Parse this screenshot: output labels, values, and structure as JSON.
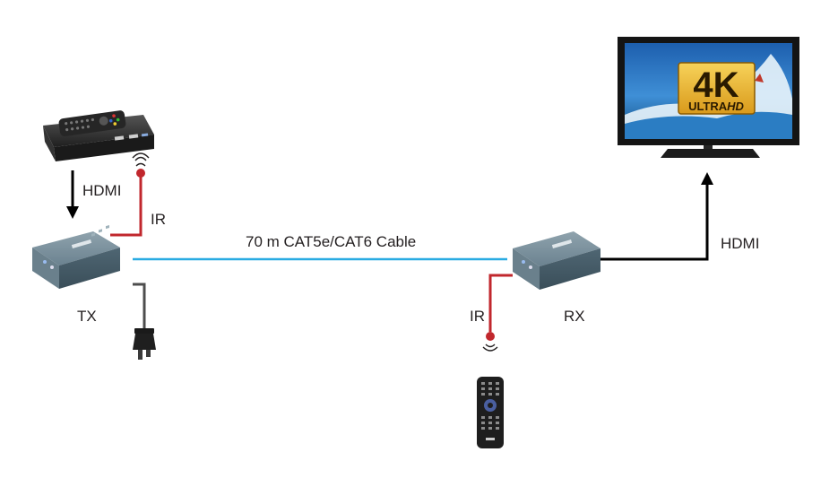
{
  "labels": {
    "hdmi_input": "HDMI",
    "ir_tx": "IR",
    "cable": "70 m CAT5e/CAT6 Cable",
    "hdmi_output": "HDMI",
    "tx": "TX",
    "ir_rx": "IR",
    "rx": "RX"
  },
  "tv_badge": {
    "main": "4K",
    "sub_a": "ULTRA",
    "sub_b": "HD"
  },
  "colors": {
    "cable": "#29abe2",
    "ir_wire": "#c1272d",
    "hdmi_wire": "#000000",
    "power_wire": "#4d4d4d",
    "device_body": "#5d7480"
  },
  "icons": [
    "set-top-box-icon",
    "remote-control-icon",
    "ir-emitter-icon",
    "ir-receiver-icon",
    "transmitter-device-icon",
    "receiver-device-icon",
    "power-adapter-icon",
    "television-icon",
    "arrow-down-icon",
    "arrow-up-icon"
  ]
}
